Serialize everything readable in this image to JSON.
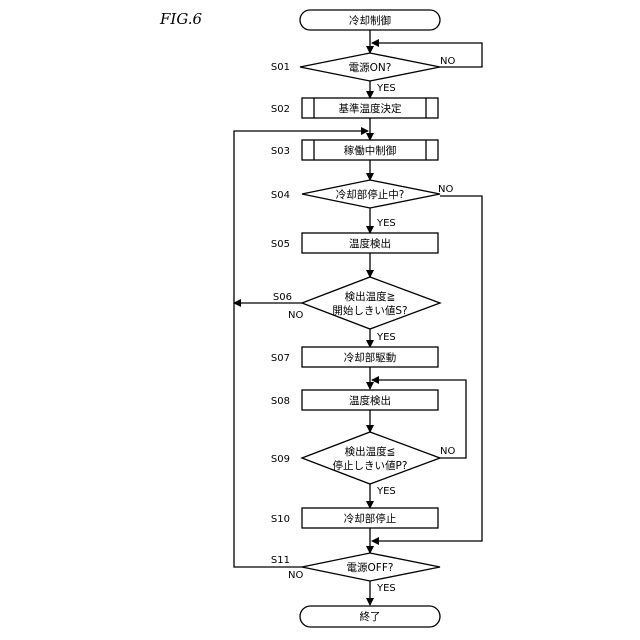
{
  "figure_label": "FIG.6",
  "start": "冷却制御",
  "end": "終了",
  "steps": {
    "s01": {
      "id": "S01",
      "text": "電源ON?"
    },
    "s02": {
      "id": "S02",
      "text": "基準温度決定"
    },
    "s03": {
      "id": "S03",
      "text": "稼働中制御"
    },
    "s04": {
      "id": "S04",
      "text": "冷却部停止中?"
    },
    "s05": {
      "id": "S05",
      "text": "温度検出"
    },
    "s06": {
      "id": "S06",
      "line1": "検出温度≧",
      "line2": "開始しきい値S?"
    },
    "s07": {
      "id": "S07",
      "text": "冷却部駆動"
    },
    "s08": {
      "id": "S08",
      "text": "温度検出"
    },
    "s09": {
      "id": "S09",
      "line1": "検出温度≦",
      "line2": "停止しきい値P?"
    },
    "s10": {
      "id": "S10",
      "text": "冷却部停止"
    },
    "s11": {
      "id": "S11",
      "text": "電源OFF?"
    }
  },
  "branch_labels": {
    "s01_no": "NO",
    "s01_yes": "YES",
    "s04_no": "NO",
    "s04_yes": "YES",
    "s06_no": "NO",
    "s06_yes": "YES",
    "s09_no": "NO",
    "s09_yes": "YES",
    "s11_no": "NO",
    "s11_yes": "YES"
  }
}
